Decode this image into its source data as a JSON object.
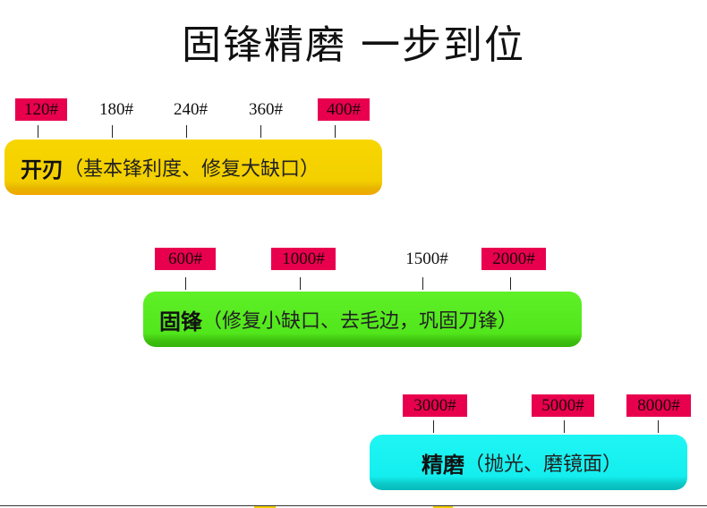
{
  "title": "固锋精磨  一步到位",
  "stages": [
    {
      "name": "开刃",
      "description": "（基本锋利度、修复大缺口）",
      "color": "#f3cf00",
      "grits": [
        {
          "label": "120#",
          "highlighted": true
        },
        {
          "label": "180#",
          "highlighted": false
        },
        {
          "label": "240#",
          "highlighted": false
        },
        {
          "label": "360#",
          "highlighted": false
        },
        {
          "label": "400#",
          "highlighted": true
        }
      ]
    },
    {
      "name": "固锋",
      "description": "（修复小缺口、去毛边，巩固刀锋）",
      "color": "#52e61c",
      "grits": [
        {
          "label": "600#",
          "highlighted": true
        },
        {
          "label": "1000#",
          "highlighted": true
        },
        {
          "label": "1500#",
          "highlighted": false
        },
        {
          "label": "2000#",
          "highlighted": true
        }
      ]
    },
    {
      "name": "精磨",
      "description": "（抛光、磨镜面）",
      "color": "#14eeee",
      "grits": [
        {
          "label": "3000#",
          "highlighted": true
        },
        {
          "label": "5000#",
          "highlighted": true
        },
        {
          "label": "8000#",
          "highlighted": true
        }
      ]
    }
  ],
  "colors": {
    "highlight": "#e8004e"
  }
}
